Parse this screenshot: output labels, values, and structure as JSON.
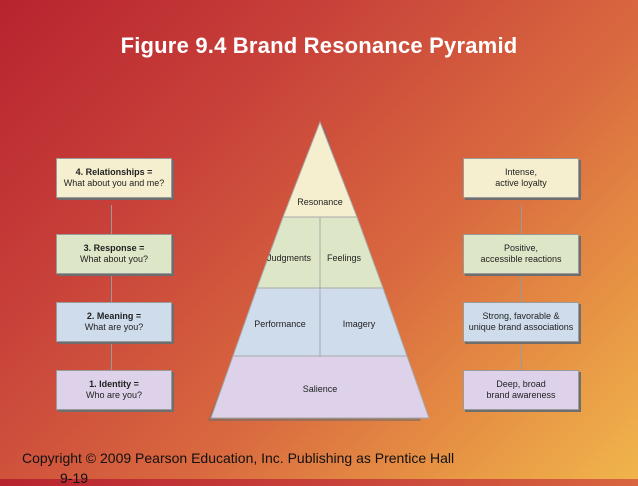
{
  "title": "Figure 9.4 Brand Resonance Pyramid",
  "left_column": [
    {
      "line1": "4. Relationships =",
      "line2": "What about you and me?"
    },
    {
      "line1": "3. Response =",
      "line2": "What about you?"
    },
    {
      "line1": "2. Meaning =",
      "line2": "What are you?"
    },
    {
      "line1": "1. Identity =",
      "line2": "Who are you?"
    }
  ],
  "right_column": [
    {
      "line1": "Intense,",
      "line2": "active loyalty"
    },
    {
      "line1": "Positive,",
      "line2": "accessible reactions"
    },
    {
      "line1": "Strong, favorable &",
      "line2": "unique brand associations"
    },
    {
      "line1": "Deep, broad",
      "line2": "brand awareness"
    }
  ],
  "pyramid": {
    "top": "Resonance",
    "row2_left": "Judgments",
    "row2_right": "Feelings",
    "row3_left": "Performance",
    "row3_right": "Imagery",
    "base": "Salience"
  },
  "colors": {
    "relationships": "#f6efcf",
    "response": "#dde6c7",
    "meaning": "#cfdcec",
    "identity": "#ddd2ea"
  },
  "footer": "Copyright © 2009 Pearson Education, Inc.  Publishing as Prentice Hall",
  "page_number": "9-19"
}
